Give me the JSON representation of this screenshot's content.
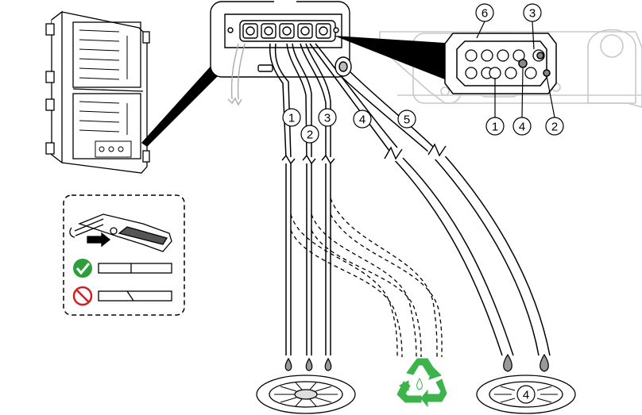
{
  "callouts": {
    "tube_1": "1",
    "tube_2": "2",
    "tube_3": "3",
    "tube_4": "4",
    "tube_5": "5",
    "panel_6": "6",
    "panel_3": "3",
    "panel_1": "1",
    "panel_4": "4",
    "panel_2": "2",
    "drain_4": "4"
  },
  "colors": {
    "line": "#000000",
    "light_line": "#c8c8c8",
    "fitting_fill": "#ffffff",
    "recycle_green": "#3cb44b",
    "check_green": "#2e9e3a",
    "prohibit_red": "#cc2222"
  },
  "icons": {
    "analyzer": "analyzer-enclosure-icon",
    "cutter": "tube-cutter-icon",
    "check": "check-mark-icon",
    "prohibit": "prohibited-icon",
    "recycle": "recycle-icon",
    "drain": "floor-drain-icon"
  }
}
